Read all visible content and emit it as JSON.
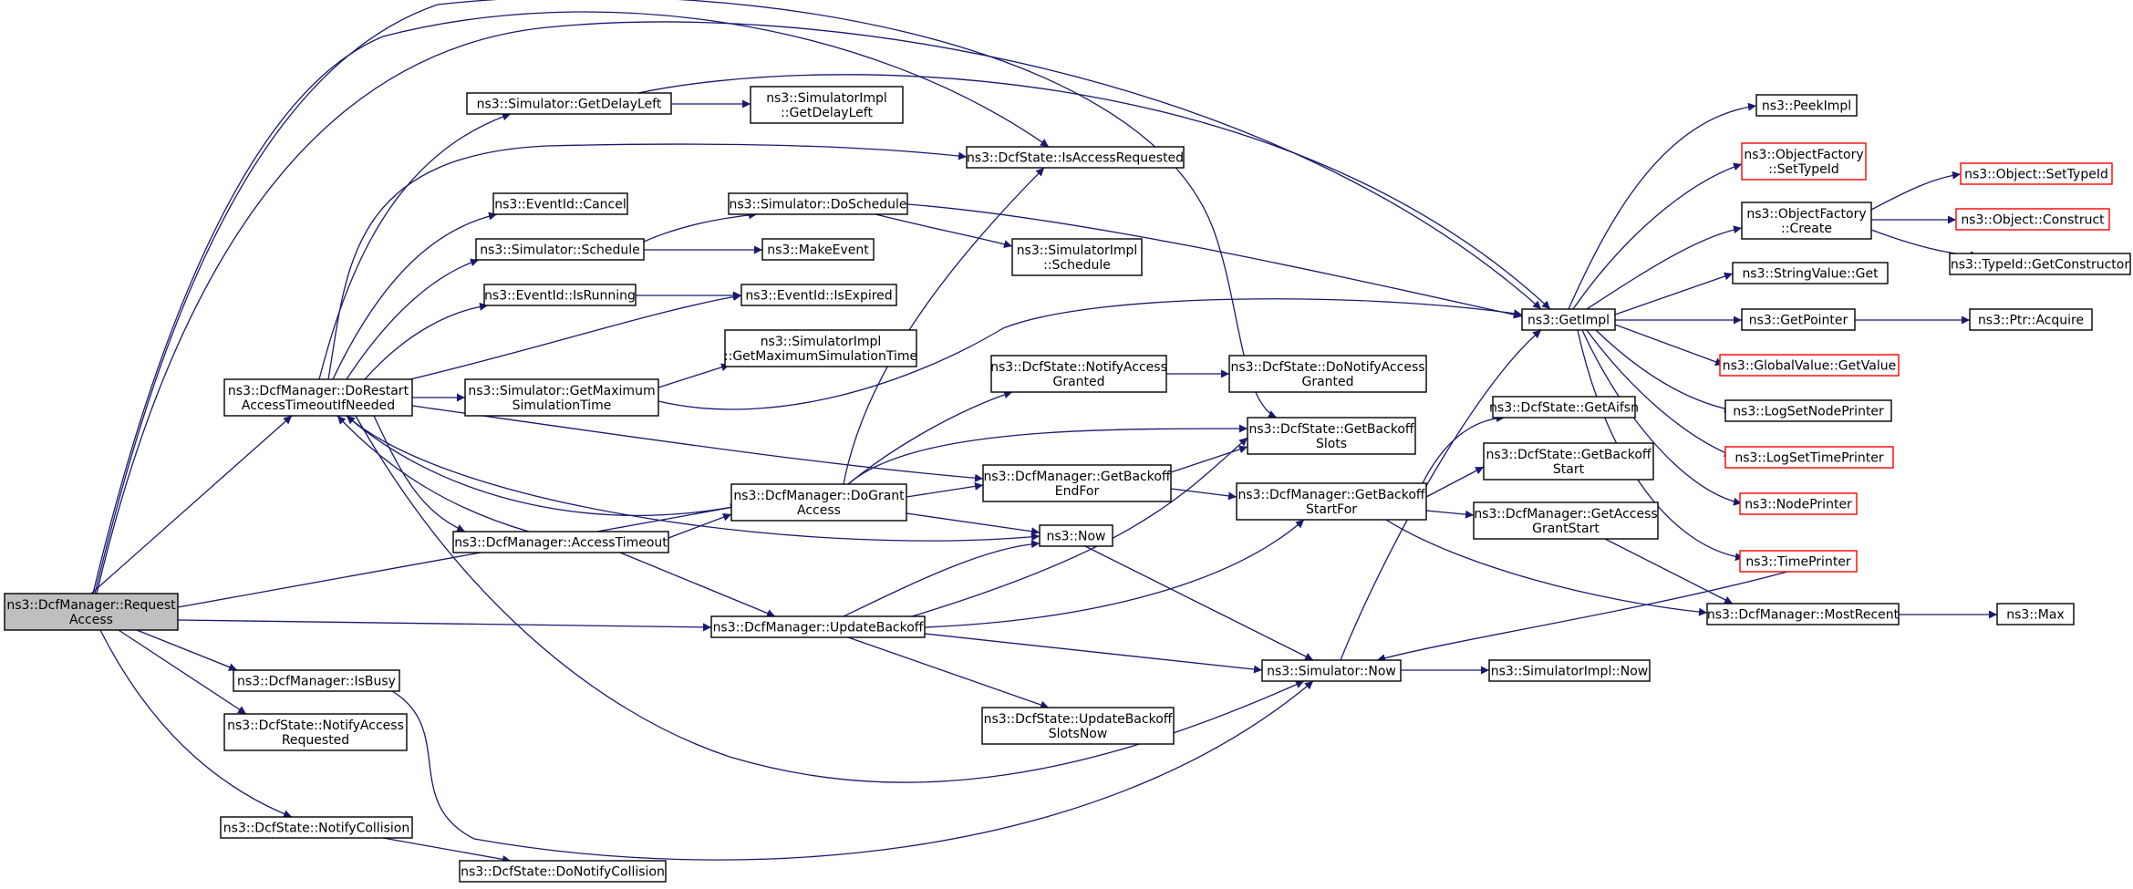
{
  "diagram": {
    "nodes": [
      {
        "id": "request",
        "lines": [
          "ns3::DcfManager::Request",
          "Access"
        ],
        "root": true
      },
      {
        "id": "doRestart",
        "lines": [
          "ns3::DcfManager::DoRestart",
          "AccessTimeoutIfNeeded"
        ]
      },
      {
        "id": "getDelayLeft",
        "lines": [
          "ns3::Simulator::GetDelayLeft"
        ]
      },
      {
        "id": "implGetDelayLeft",
        "lines": [
          "ns3::SimulatorImpl",
          "::GetDelayLeft"
        ]
      },
      {
        "id": "isAccessReq",
        "lines": [
          "ns3::DcfState::IsAccessRequested"
        ]
      },
      {
        "id": "evCancel",
        "lines": [
          "ns3::EventId::Cancel"
        ]
      },
      {
        "id": "doSchedule",
        "lines": [
          "ns3::Simulator::DoSchedule"
        ]
      },
      {
        "id": "schedule",
        "lines": [
          "ns3::Simulator::Schedule"
        ]
      },
      {
        "id": "makeEvent",
        "lines": [
          "ns3::MakeEvent"
        ]
      },
      {
        "id": "implSchedule",
        "lines": [
          "ns3::SimulatorImpl",
          "::Schedule"
        ]
      },
      {
        "id": "isRunning",
        "lines": [
          "ns3::EventId::IsRunning"
        ]
      },
      {
        "id": "isExpired",
        "lines": [
          "ns3::EventId::IsExpired"
        ]
      },
      {
        "id": "implGetMax",
        "lines": [
          "ns3::SimulatorImpl",
          "::GetMaximumSimulationTime"
        ]
      },
      {
        "id": "getMax",
        "lines": [
          "ns3::Simulator::GetMaximum",
          "SimulationTime"
        ]
      },
      {
        "id": "notifyGranted",
        "lines": [
          "ns3::DcfState::NotifyAccess",
          "Granted"
        ]
      },
      {
        "id": "doNotifyGranted",
        "lines": [
          "ns3::DcfState::DoNotifyAccess",
          "Granted"
        ]
      },
      {
        "id": "getBackoffSlots",
        "lines": [
          "ns3::DcfState::GetBackoff",
          "Slots"
        ]
      },
      {
        "id": "getBackoffEndFor",
        "lines": [
          "ns3::DcfManager::GetBackoff",
          "EndFor"
        ]
      },
      {
        "id": "doGrant",
        "lines": [
          "ns3::DcfManager::DoGrant",
          "Access"
        ]
      },
      {
        "id": "accessTimeout",
        "lines": [
          "ns3::DcfManager::AccessTimeout"
        ]
      },
      {
        "id": "now",
        "lines": [
          "ns3::Now"
        ]
      },
      {
        "id": "updateBackoff",
        "lines": [
          "ns3::DcfManager::UpdateBackoff"
        ]
      },
      {
        "id": "getBackoffStartFor",
        "lines": [
          "ns3::DcfManager::GetBackoff",
          "StartFor"
        ]
      },
      {
        "id": "getAifsn",
        "lines": [
          "ns3::DcfState::GetAifsn"
        ]
      },
      {
        "id": "getBackoffStart",
        "lines": [
          "ns3::DcfState::GetBackoff",
          "Start"
        ]
      },
      {
        "id": "getAccessGrantStart",
        "lines": [
          "ns3::DcfManager::GetAccess",
          "GrantStart"
        ]
      },
      {
        "id": "simNow",
        "lines": [
          "ns3::Simulator::Now"
        ]
      },
      {
        "id": "implNow",
        "lines": [
          "ns3::SimulatorImpl::Now"
        ]
      },
      {
        "id": "updateSlotsNow",
        "lines": [
          "ns3::DcfState::UpdateBackoff",
          "SlotsNow"
        ]
      },
      {
        "id": "isBusy",
        "lines": [
          "ns3::DcfManager::IsBusy"
        ]
      },
      {
        "id": "notifyAccessReq",
        "lines": [
          "ns3::DcfState::NotifyAccess",
          "Requested"
        ]
      },
      {
        "id": "notifyCollision",
        "lines": [
          "ns3::DcfState::NotifyCollision"
        ]
      },
      {
        "id": "doNotifyCollision",
        "lines": [
          "ns3::DcfState::DoNotifyCollision"
        ]
      },
      {
        "id": "getImpl",
        "lines": [
          "ns3::GetImpl"
        ]
      },
      {
        "id": "peekImpl",
        "lines": [
          "ns3::PeekImpl"
        ]
      },
      {
        "id": "ofSetTypeId",
        "lines": [
          "ns3::ObjectFactory",
          "::SetTypeId"
        ],
        "truncated": true
      },
      {
        "id": "ofCreate",
        "lines": [
          "ns3::ObjectFactory",
          "::Create"
        ]
      },
      {
        "id": "objSetTypeId",
        "lines": [
          "ns3::Object::SetTypeId"
        ],
        "truncated": true
      },
      {
        "id": "objConstruct",
        "lines": [
          "ns3::Object::Construct"
        ],
        "truncated": true
      },
      {
        "id": "typeIdGetCtor",
        "lines": [
          "ns3::TypeId::GetConstructor"
        ]
      },
      {
        "id": "strValGet",
        "lines": [
          "ns3::StringValue::Get"
        ]
      },
      {
        "id": "getPointer",
        "lines": [
          "ns3::GetPointer"
        ]
      },
      {
        "id": "ptrAcquire",
        "lines": [
          "ns3::Ptr::Acquire"
        ]
      },
      {
        "id": "globalGetValue",
        "lines": [
          "ns3::GlobalValue::GetValue"
        ],
        "truncated": true
      },
      {
        "id": "logSetNode",
        "lines": [
          "ns3::LogSetNodePrinter"
        ]
      },
      {
        "id": "logSetTime",
        "lines": [
          "ns3::LogSetTimePrinter"
        ],
        "truncated": true
      },
      {
        "id": "nodePrinter",
        "lines": [
          "ns3::NodePrinter"
        ],
        "truncated": true
      },
      {
        "id": "timePrinter",
        "lines": [
          "ns3::TimePrinter"
        ],
        "truncated": true
      },
      {
        "id": "mostRecent",
        "lines": [
          "ns3::DcfManager::MostRecent"
        ]
      },
      {
        "id": "max",
        "lines": [
          "ns3::Max"
        ]
      }
    ]
  }
}
